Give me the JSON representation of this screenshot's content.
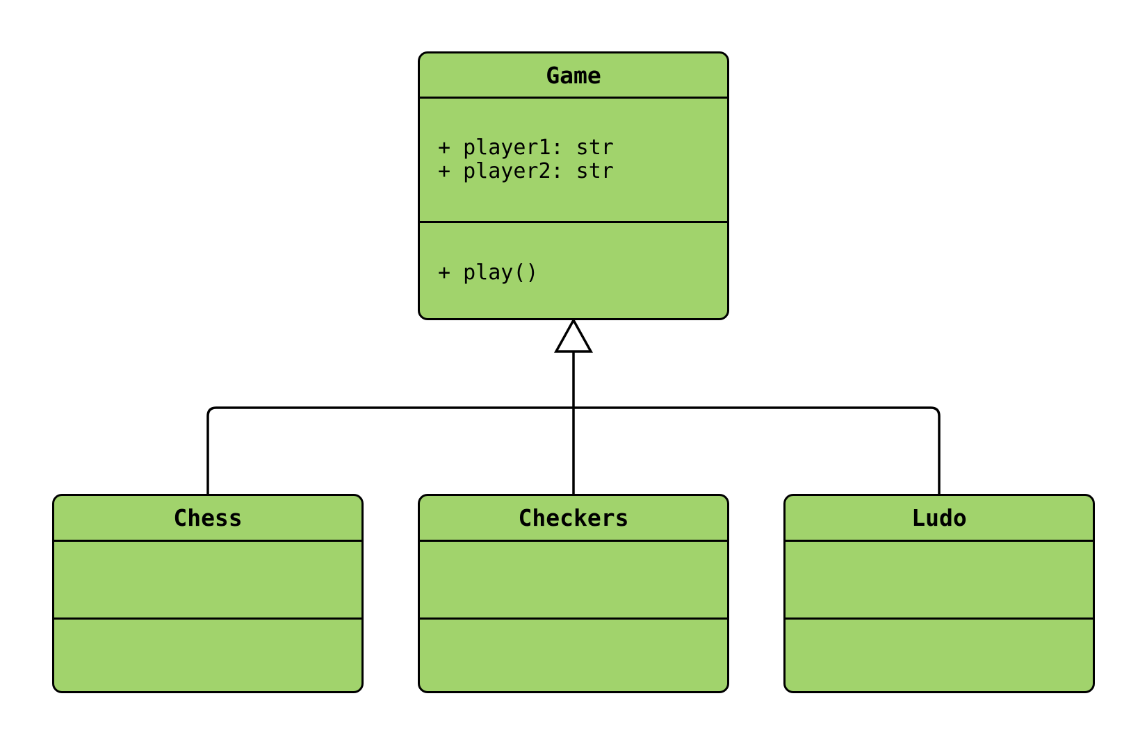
{
  "diagram": {
    "type": "uml-class-diagram",
    "background_color": "#ffffff",
    "node_fill_color": "#a1d36c",
    "node_border_color": "#000000",
    "connector_color": "#000000",
    "classes": [
      {
        "name": "Game",
        "attributes": [
          "+ player1: str",
          "+ player2: str"
        ],
        "methods": [
          "+ play()"
        ]
      },
      {
        "name": "Chess",
        "attributes": [],
        "methods": []
      },
      {
        "name": "Checkers",
        "attributes": [],
        "methods": []
      },
      {
        "name": "Ludo",
        "attributes": [],
        "methods": []
      }
    ],
    "relations": [
      {
        "type": "inheritance",
        "from": "Chess",
        "to": "Game"
      },
      {
        "type": "inheritance",
        "from": "Checkers",
        "to": "Game"
      },
      {
        "type": "inheritance",
        "from": "Ludo",
        "to": "Game"
      }
    ]
  }
}
